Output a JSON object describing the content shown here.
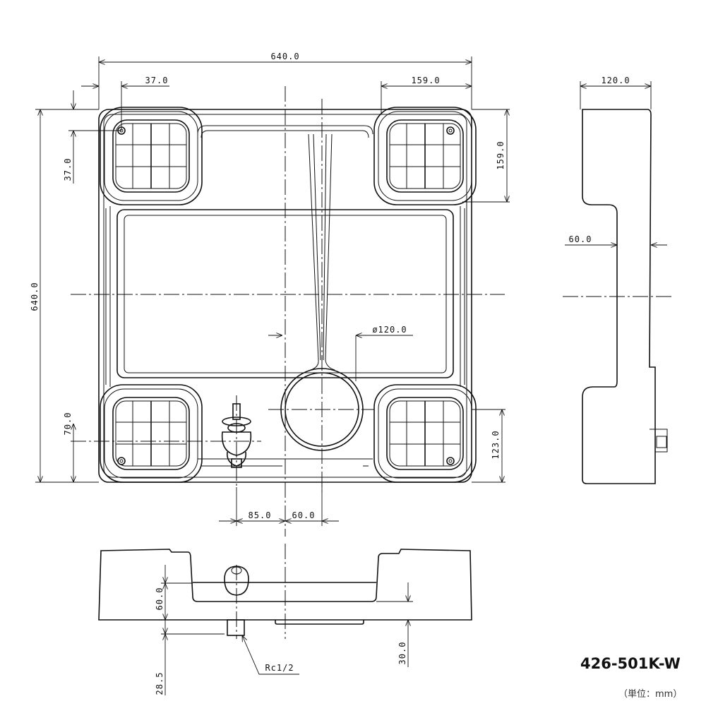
{
  "model": "426-501K-W",
  "unit_note": "（単位：mm）",
  "dimensions": {
    "overall_width": "640.0",
    "overall_depth": "640.0",
    "foot_offset_x": "37.0",
    "foot_offset_y": "37.0",
    "corner_width": "159.0",
    "corner_depth": "159.0",
    "side_width": "120.0",
    "side_step": "60.0",
    "drain_diameter": "ø120.0",
    "faucet_y": "70.0",
    "drain_y": "123.0",
    "faucet_x": "85.0",
    "drain_x": "60.0",
    "front_height": "60.0",
    "pipe_length": "28.5",
    "tray_depth": "30.0",
    "thread": "Rc1/2"
  }
}
